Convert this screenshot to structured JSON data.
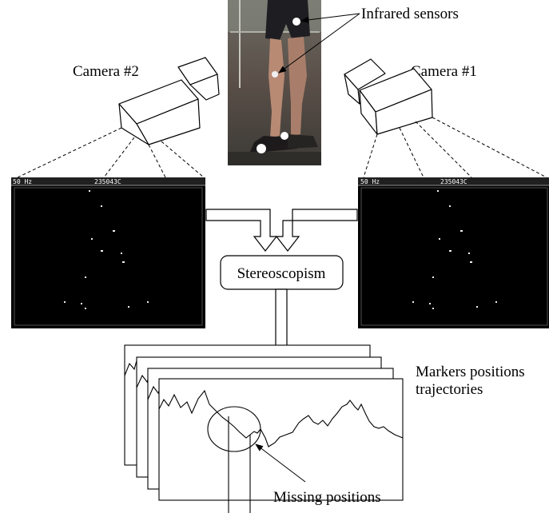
{
  "labels": {
    "infrared_sensors": "Infrared sensors",
    "camera_2": "Camera #2",
    "camera_1": "Camera #1",
    "stereoscopism": "Stereoscopism",
    "markers_line1": "Markers positions",
    "markers_line2": "trajectories",
    "missing_positions": "Missing positions"
  },
  "monitors": {
    "left": {
      "rate": "50 Hz",
      "code": "235043C"
    },
    "right": {
      "rate": "50 Hz",
      "code": "235043C"
    }
  },
  "icons": {
    "camera_left": "video-camera-icon",
    "camera_right": "video-camera-icon",
    "photo": "walking-legs-photo"
  }
}
